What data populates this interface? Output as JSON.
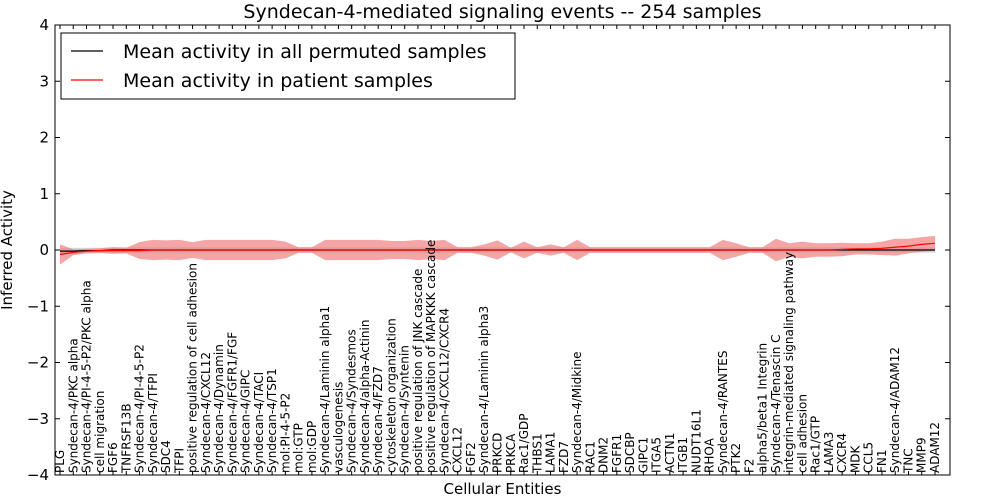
{
  "chart_data": {
    "type": "line",
    "title": "Syndecan-4-mediated signaling events -- 254 samples",
    "xlabel": "Cellular Entities",
    "ylabel": "Inferred Activity",
    "ylim": [
      -4,
      4
    ],
    "yticks": [
      -4,
      -3,
      -2,
      -1,
      0,
      1,
      2,
      3,
      4
    ],
    "ytick_labels": [
      "−4",
      "−3",
      "−2",
      "−1",
      "0",
      "1",
      "2",
      "3",
      "4"
    ],
    "grid": false,
    "legend": "upper-left",
    "categories": [
      "PLG",
      "Syndecan-4/PKC alpha",
      "Syndecan-4/PI-4-5-P2/PKC alpha",
      "cell migration",
      "FGF6",
      "TNFRSF13B",
      "Syndecan-4/PI-4-5-P2",
      "Syndecan-4/TFPI",
      "SDC4",
      "TFPI",
      "positive regulation of cell adhesion",
      "Syndecan-4/CXCL12",
      "Syndecan-4/Dynamin",
      "Syndecan-4/FGFR1/FGF",
      "Syndecan-4/GIPC",
      "Syndecan-4/TACI",
      "Syndecan-4/TSP1",
      "mol:PI-4-5-P2",
      "mol:GTP",
      "mol:GDP",
      "Syndecan-4/Laminin alpha1",
      "vasculogenesis",
      "Syndecan-4/Syndesmos",
      "Syndecan-4/alpha-Actinin",
      "Syndecan-4/FZD7",
      "cytoskeleton organization",
      "Syndecan-4/Syntenin",
      "positive regulation of JNK cascade",
      "positive regulation of MAPKKK cascade",
      "Syndecan-4/CXCL12/CXCR4",
      "CXCL12",
      "FGF2",
      "Syndecan-4/Laminin alpha3",
      "PRKCD",
      "PRKCA",
      "Rac1/GDP",
      "THBS1",
      "LAMA1",
      "FZD7",
      "Syndecan-4/Midkine",
      "RAC1",
      "DNM2",
      "FGFR1",
      "SDCBP",
      "GIPC1",
      "ITGA5",
      "ACTN1",
      "ITGB1",
      "NUDT16L1",
      "RHOA",
      "Syndecan-4/RANTES",
      "PTK2",
      "F2",
      "alpha5/beta1 Integrin",
      "Syndecan-4/Tenascin C",
      "integrin-mediated signaling pathway",
      "cell adhesion",
      "Rac1/GTP",
      "LAMA3",
      "CXCR4",
      "MDK",
      "CCL5",
      "FN1",
      "Syndecan-4/ADAM12",
      "TNC",
      "MMP9",
      "ADAM12"
    ],
    "series": [
      {
        "name": "Mean activity in all permuted samples",
        "color": "#000000",
        "band_color": "#c8c8c8",
        "values": [
          -0.02,
          -0.02,
          -0.01,
          -0.01,
          0.0,
          0.0,
          0.0,
          0.0,
          0.0,
          0.0,
          0.0,
          0.0,
          0.0,
          0.0,
          0.0,
          0.0,
          0.0,
          0.0,
          0.0,
          0.0,
          0.0,
          0.0,
          0.0,
          0.0,
          0.0,
          0.0,
          0.0,
          0.0,
          0.0,
          0.0,
          0.0,
          0.0,
          0.0,
          0.0,
          0.0,
          0.0,
          0.0,
          0.0,
          0.0,
          0.0,
          0.0,
          0.0,
          0.0,
          0.0,
          0.0,
          0.0,
          0.0,
          0.0,
          0.0,
          0.0,
          0.0,
          0.0,
          0.0,
          0.0,
          0.0,
          0.0,
          0.0,
          0.0,
          0.0,
          0.0,
          0.0,
          0.0,
          0.0,
          0.0,
          0.0,
          0.0,
          0.0
        ],
        "band_half_width": [
          0.06,
          0.06,
          0.05,
          0.05,
          0.05,
          0.05,
          0.05,
          0.05,
          0.05,
          0.05,
          0.05,
          0.05,
          0.05,
          0.05,
          0.05,
          0.05,
          0.05,
          0.05,
          0.05,
          0.05,
          0.05,
          0.05,
          0.05,
          0.05,
          0.05,
          0.05,
          0.05,
          0.05,
          0.05,
          0.05,
          0.05,
          0.05,
          0.05,
          0.05,
          0.05,
          0.05,
          0.05,
          0.05,
          0.05,
          0.05,
          0.05,
          0.05,
          0.05,
          0.05,
          0.05,
          0.05,
          0.05,
          0.05,
          0.05,
          0.05,
          0.05,
          0.05,
          0.05,
          0.05,
          0.05,
          0.05,
          0.05,
          0.05,
          0.05,
          0.05,
          0.05,
          0.05,
          0.05,
          0.05,
          0.05,
          0.05,
          0.05
        ]
      },
      {
        "name": "Mean activity in patient samples",
        "color": "#ff0000",
        "band_color": "#f08080",
        "values": [
          -0.08,
          -0.04,
          -0.02,
          -0.01,
          -0.01,
          -0.01,
          -0.01,
          0.0,
          0.0,
          0.0,
          0.0,
          0.0,
          0.0,
          0.0,
          0.0,
          0.0,
          0.0,
          0.0,
          0.0,
          0.0,
          0.0,
          0.0,
          0.0,
          0.0,
          0.0,
          0.0,
          0.0,
          0.0,
          0.0,
          0.0,
          0.0,
          0.0,
          0.0,
          0.0,
          0.0,
          0.0,
          0.0,
          0.0,
          0.0,
          0.0,
          0.0,
          0.0,
          0.0,
          0.0,
          0.0,
          0.0,
          0.0,
          0.0,
          0.0,
          0.0,
          0.0,
          0.0,
          0.0,
          0.0,
          0.0,
          0.0,
          0.0,
          0.0,
          0.0,
          0.01,
          0.02,
          0.02,
          0.03,
          0.05,
          0.07,
          0.1,
          0.12
        ],
        "band_half_width": [
          0.18,
          0.05,
          0.04,
          0.04,
          0.06,
          0.05,
          0.15,
          0.18,
          0.17,
          0.18,
          0.14,
          0.18,
          0.18,
          0.18,
          0.18,
          0.18,
          0.18,
          0.15,
          0.05,
          0.05,
          0.18,
          0.18,
          0.18,
          0.18,
          0.18,
          0.16,
          0.16,
          0.18,
          0.16,
          0.18,
          0.05,
          0.05,
          0.1,
          0.17,
          0.04,
          0.15,
          0.05,
          0.1,
          0.05,
          0.18,
          0.05,
          0.05,
          0.05,
          0.05,
          0.05,
          0.05,
          0.05,
          0.05,
          0.05,
          0.05,
          0.18,
          0.12,
          0.05,
          0.05,
          0.2,
          0.12,
          0.15,
          0.12,
          0.12,
          0.12,
          0.1,
          0.1,
          0.12,
          0.15,
          0.13,
          0.13,
          0.13
        ]
      }
    ]
  }
}
